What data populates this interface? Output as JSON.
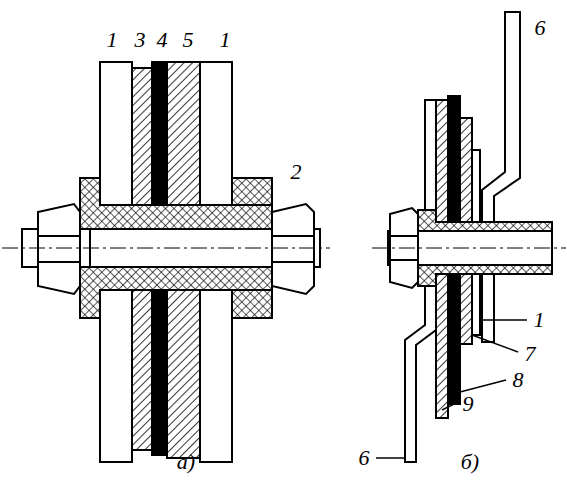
{
  "diagram": {
    "labels": [
      "1",
      "3",
      "4",
      "5",
      "1",
      "2",
      "а)",
      "6",
      "1",
      "7",
      "8",
      "9",
      "6",
      "б)"
    ]
  }
}
